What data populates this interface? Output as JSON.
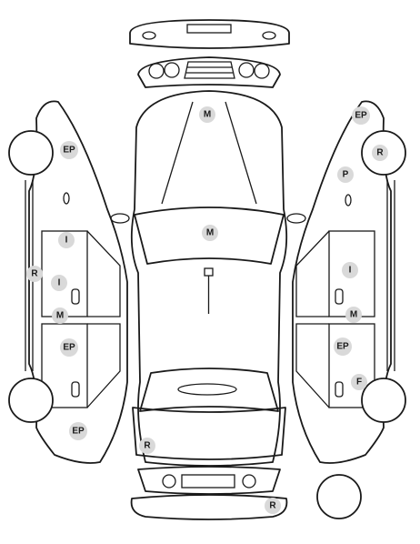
{
  "markers": [
    {
      "id": "roof-front",
      "code": "M"
    },
    {
      "id": "hood",
      "code": "M"
    },
    {
      "id": "rear-bumper",
      "code": "R"
    },
    {
      "id": "rear-bumper-panel",
      "code": "R"
    },
    {
      "id": "left-front-fender",
      "code": "EP"
    },
    {
      "id": "left-rocker",
      "code": "R"
    },
    {
      "id": "left-front-door-top",
      "code": "I"
    },
    {
      "id": "left-front-door-mid",
      "code": "I"
    },
    {
      "id": "left-b-pillar",
      "code": "M"
    },
    {
      "id": "left-rear-door",
      "code": "EP"
    },
    {
      "id": "left-rear-quarter",
      "code": "EP"
    },
    {
      "id": "right-front-fender-top",
      "code": "EP"
    },
    {
      "id": "right-front-wheel",
      "code": "R"
    },
    {
      "id": "right-front-fender",
      "code": "P"
    },
    {
      "id": "right-front-door",
      "code": "I"
    },
    {
      "id": "right-b-pillar",
      "code": "M"
    },
    {
      "id": "right-rear-door",
      "code": "EP"
    },
    {
      "id": "right-rear-quarter",
      "code": "F"
    }
  ]
}
